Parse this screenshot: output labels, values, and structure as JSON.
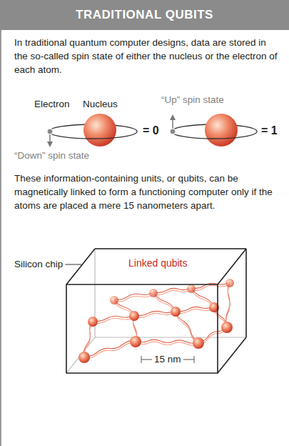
{
  "diagram": {
    "title": "TRADITIONAL QUBITS",
    "labels": [
      "In traditional quantum computer designs, data are stored in the so-called spin state of either the nucleus or the electron of each atom.",
      "Electron",
      "Nucleus",
      "“Up” spin state",
      "= 0",
      "= 1",
      "“Down” spin state",
      "These information-containing units, or qubits, can be magnetically linked to form a functioning computer only if the atoms are placed a mere 15 nanometers apart.",
      "Silicon chip",
      "Linked qubits",
      "15 nm"
    ]
  }
}
